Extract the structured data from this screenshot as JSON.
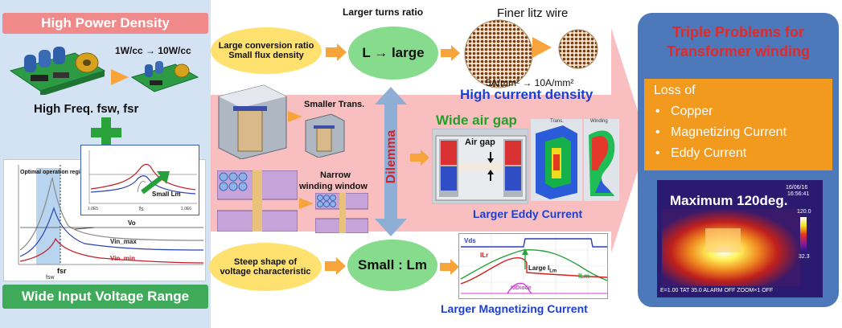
{
  "left": {
    "high_power_title": "High Power Density",
    "power_label": "1W/cc → 10W/cc",
    "high_freq_label": "High Freq.  fsw, fsr",
    "wide_input_title": "Wide Input Voltage Range"
  },
  "plot_small": {
    "label_small_lm": "Small Lm",
    "label_fs": "fs",
    "tick_left": "1.0E5",
    "tick_right": "1.0E6"
  },
  "plot_large": {
    "label_region": "Optimal operation region",
    "label_vo": "Vo",
    "label_vin_max": "Vin_max",
    "label_vin_min": "Vin_min",
    "label_fsr": "fsr",
    "label_fsw": "fsw"
  },
  "top_row": {
    "ellipse1_line1": "Large conversion ratio",
    "ellipse1_line2": "Small flux density",
    "larger_turns": "Larger turns ratio",
    "l_large": "L → large",
    "finer_litz": "Finer litz wire",
    "current_density_values": "5A/mm² → 10A/mm²",
    "high_current_density": "High current density"
  },
  "middle": {
    "smaller_trans": "Smaller Trans.",
    "narrow_window_line1": "Narrow",
    "narrow_window_line2": "winding window",
    "dilemma": "Dilemma",
    "wide_air_gap": "Wide air gap",
    "air_gap": "Air gap",
    "fem_label1": "Trans.",
    "fem_label2": "Winding",
    "larger_eddy": "Larger Eddy Current"
  },
  "bottom_row": {
    "ellipse_line1": "Steep shape of",
    "ellipse_line2": "voltage characteristic",
    "small_lm": "Small : Lm",
    "wave_vds": "Vds",
    "wave_ilr": "ILr",
    "wave_large_ilm": "Large I",
    "wave_ilm_sub": "Lm",
    "wave_ilm": "ILm",
    "wave_idiode": "IdDiode",
    "larger_mag": "Larger Magnetizing Current"
  },
  "right": {
    "title_line1": "Triple Problems for",
    "title_line2": "Transformer winding",
    "loss_heading": "Loss of",
    "losses": [
      "Copper",
      "Magnetizing Current",
      "Eddy Current"
    ],
    "max_temp": "Maximum 120deg.",
    "thermal_date": "16/06/16",
    "thermal_time": "16:56:41",
    "thermal_scale_top": "120.0",
    "thermal_scale_bottom": "32.3",
    "thermal_footer": "E=1.00  TAT 35.0  ALARM OFF   ZOOM×1 OFF"
  },
  "colors": {
    "pink": "#f7a9ab",
    "title_red": "#e8383d",
    "blue_text": "#1b3fd6",
    "green_text": "#22a02a",
    "yellow_ellipse": "#ffe170",
    "green_ellipse": "#86dc8c",
    "orange_arrow": "#f7a43b",
    "dilemma_red": "#d0242c",
    "right_panel": "#4d79bb",
    "right_title": "#e02a2a",
    "orange_box": "#f29a1d"
  }
}
